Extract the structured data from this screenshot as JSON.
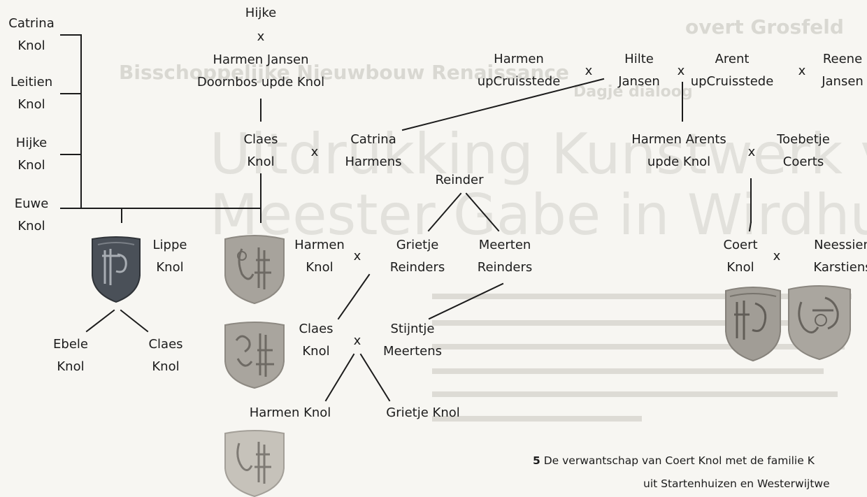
{
  "people": {
    "catrina_knol": [
      "Catrina",
      "Knol"
    ],
    "leitien_knol": [
      "Leitien",
      "Knol"
    ],
    "hijke_knol": [
      "Hijke",
      "Knol"
    ],
    "euwe_knol": [
      "Euwe",
      "Knol"
    ],
    "hijke": [
      "Hijke"
    ],
    "harmen_jansen": [
      "Harmen Jansen",
      "Doornbos upde Knol"
    ],
    "claes_knol_1": [
      "Claes",
      "Knol"
    ],
    "catrina_harmens": [
      "Catrina",
      "Harmens"
    ],
    "harmen_upcruisstede": [
      "Harmen",
      "upCruisstede"
    ],
    "hilte_jansen": [
      "Hilte",
      "Jansen"
    ],
    "arent_upcruisstede": [
      "Arent",
      "upCruisstede"
    ],
    "reene_jansen": [
      "Reene",
      "Jansen"
    ],
    "harmen_arents": [
      "Harmen Arents",
      "upde Knol"
    ],
    "toebetje_coerts": [
      "Toebetje",
      "Coerts"
    ],
    "reinder": [
      "Reinder"
    ],
    "lippe_knol": [
      "Lippe",
      "Knol"
    ],
    "harmen_knol_1": [
      "Harmen",
      "Knol"
    ],
    "grietje_reinders": [
      "Grietje",
      "Reinders"
    ],
    "meerten_reinders": [
      "Meerten",
      "Reinders"
    ],
    "coert_knol": [
      "Coert",
      "Knol"
    ],
    "neessien_karstiens": [
      "Neessien",
      "Karstiens"
    ],
    "ebele_knol": [
      "Ebele",
      "Knol"
    ],
    "claes_knol_2": [
      "Claes",
      "Knol"
    ],
    "claes_knol_3": [
      "Claes",
      "Knol"
    ],
    "stijntje_meertens": [
      "Stijntje",
      "Meertens"
    ],
    "harmen_knol_2": [
      "Harmen Knol"
    ],
    "grietje_knol": [
      "Grietje Knol"
    ]
  },
  "marriage_symbol": "x",
  "caption": {
    "number": "5",
    "line1": "De verwantschap van Coert Knol met de familie K",
    "line2": "uit Startenhuizen en Westerwijtwe"
  },
  "seal_colors": {
    "dark": "#4a5058",
    "stone": "#a7a39c",
    "stone_light": "#c6c2ba",
    "engraving": "#6e6a64"
  },
  "background_show_through": {
    "line1": "overt Grosfeld",
    "line2": "Bisschoppelijke Nieuwbouw  Renaissance",
    "line3": "Dagje dialoog",
    "line4": "Uitdrukking Kunstwerk van",
    "line5": "Meester Gabe in Wirdhuizen"
  }
}
